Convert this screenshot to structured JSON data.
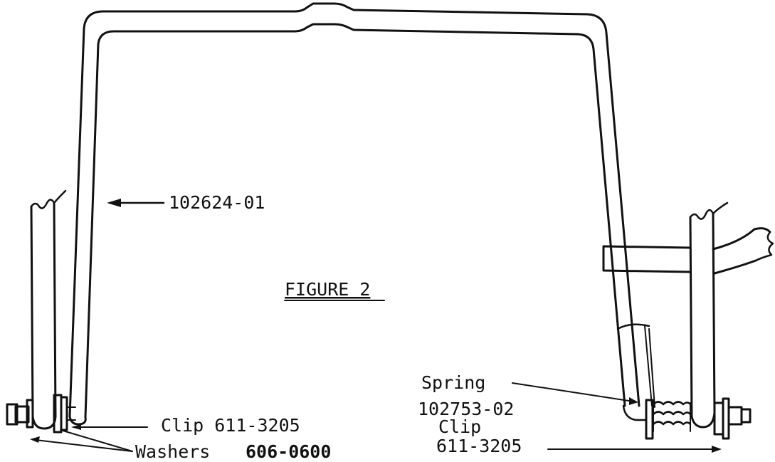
{
  "figure": {
    "title": "FIGURE 2"
  },
  "labels": {
    "bar_part": "102624-01",
    "spring_word": "Spring",
    "spring_part": "102753-02",
    "clip_left": "Clip 611-3205",
    "clip_right_word": "Clip",
    "clip_right_part": "611-3205",
    "washers_word": "Washers",
    "washers_part": "606-0600"
  },
  "colors": {
    "ink": "#111111",
    "paper": "#ffffff"
  }
}
